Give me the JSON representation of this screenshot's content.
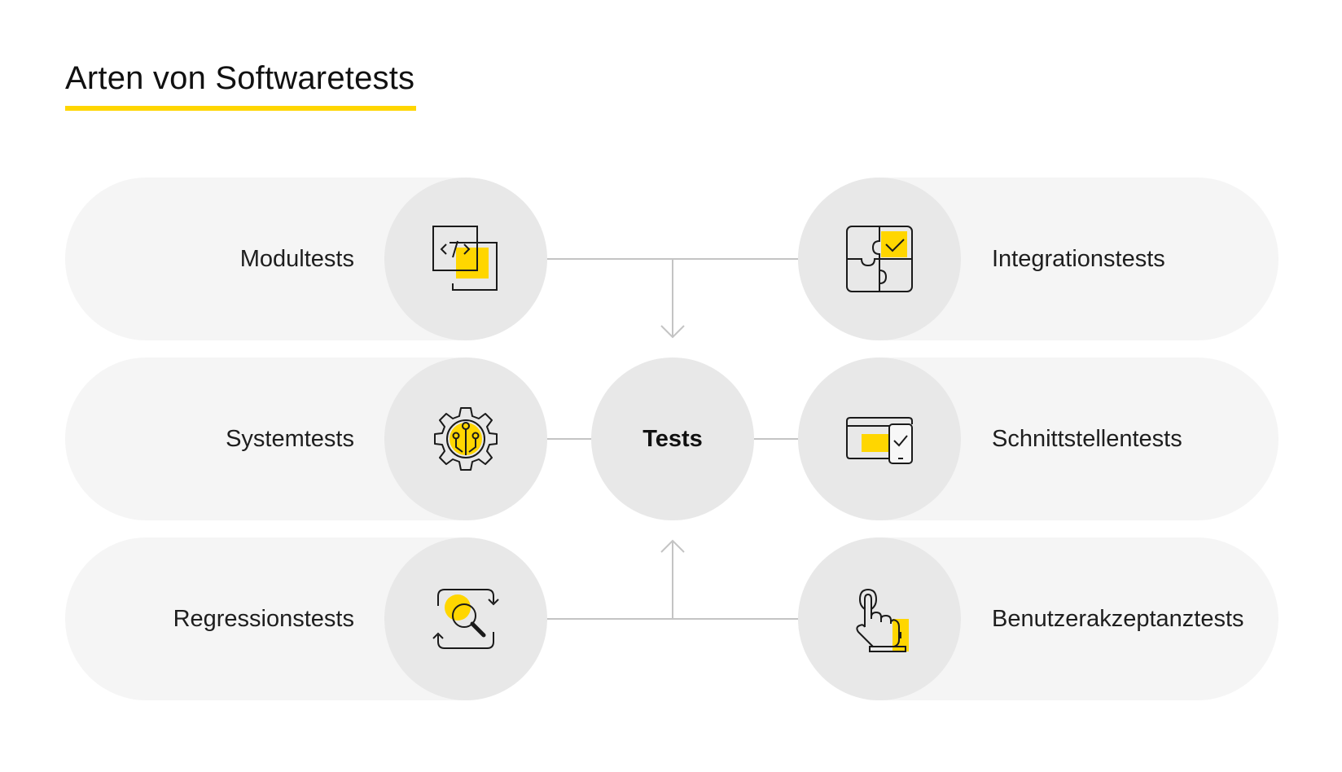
{
  "title": "Arten von Softwaretests",
  "colors": {
    "accent": "#ffd600",
    "pill": "#f5f5f5",
    "circle": "#e8e8e8",
    "line": "#bdbdbd"
  },
  "center": {
    "label": "Tests"
  },
  "left_items": [
    {
      "label": "Modultests",
      "icon": "code-window-icon"
    },
    {
      "label": "Systemtests",
      "icon": "gear-circuit-icon"
    },
    {
      "label": "Regressionstests",
      "icon": "refresh-search-icon"
    }
  ],
  "right_items": [
    {
      "label": "Integrationstests",
      "icon": "puzzle-check-icon"
    },
    {
      "label": "Schnittstellentests",
      "icon": "browser-phone-icon"
    },
    {
      "label": "Benutzerakzeptanztests",
      "icon": "hand-tap-icon"
    }
  ]
}
